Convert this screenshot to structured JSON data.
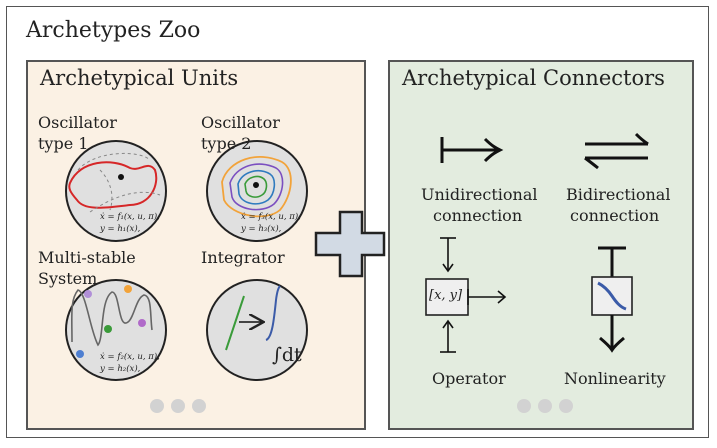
{
  "title": "Archetypes Zoo",
  "units": {
    "title": "Archetypical Units",
    "oscillator1": {
      "label_line1": "Oscillator",
      "label_line2": "type 1",
      "eq1": "ẋ = f₁(x, u, π),",
      "eq2": "y = h₁(x),"
    },
    "oscillator2": {
      "label_line1": "Oscillator",
      "label_line2": "type 2",
      "eq1": "ẋ = f₃(x, u, π),",
      "eq2": "y = h₃(x),"
    },
    "multistable": {
      "label_line1": "Multi-stable",
      "label_line2": "System",
      "eq1": "ẋ = f₂(x, u, π),",
      "eq2": "y = h₂(x),"
    },
    "integrator": {
      "label": "Integrator",
      "integral": "∫dt"
    }
  },
  "connectors": {
    "title": "Archetypical Connectors",
    "unidirectional": {
      "label_line1": "Unidirectional",
      "label_line2": "connection"
    },
    "bidirectional": {
      "label_line1": "Bidirectional",
      "label_line2": "connection"
    },
    "operator": {
      "label": "Operator",
      "box_text": "[x, y]"
    },
    "nonlinearity": {
      "label": "Nonlinearity"
    }
  },
  "colors": {
    "units_bg": "#fbf1e4",
    "connectors_bg": "#e3ecdf",
    "plus_fill": "#d2dae4",
    "limit_cycle_red": "#d62728",
    "sigmoid_blue": "#3b5ba8"
  },
  "icons": {
    "plus": "plus-icon",
    "more": "ellipsis-icon"
  }
}
